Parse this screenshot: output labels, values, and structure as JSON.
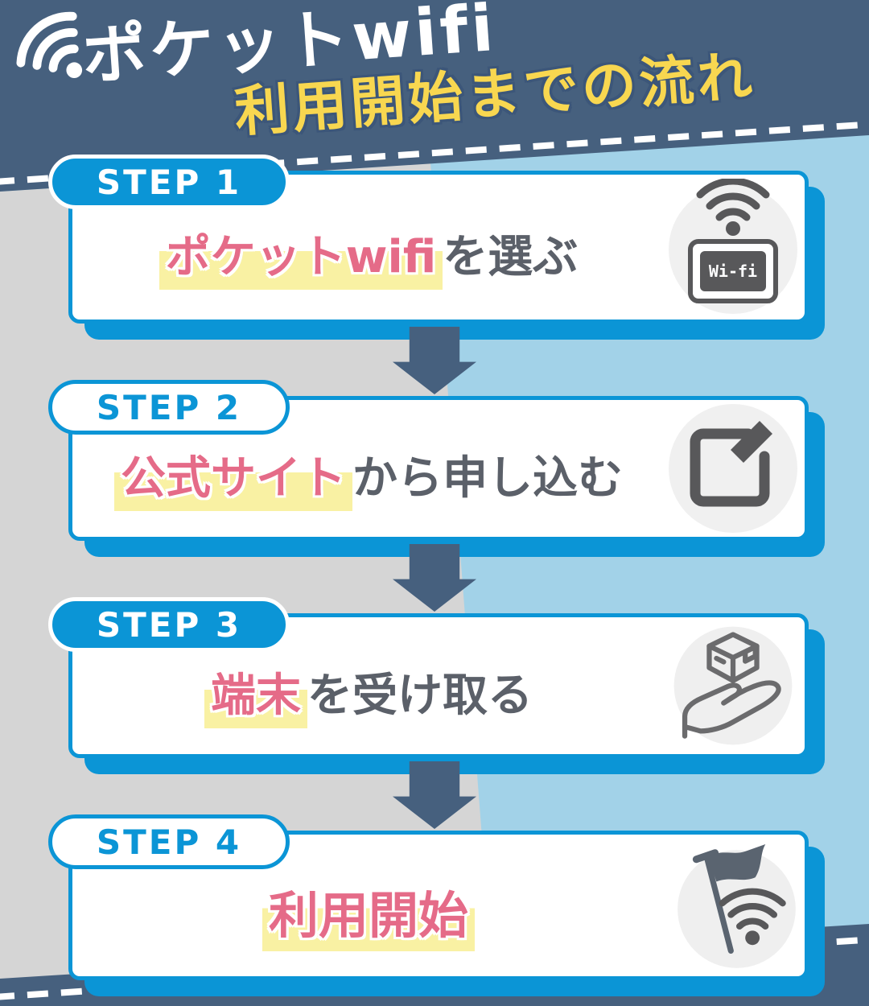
{
  "header": {
    "title_line1": "ポケットwifi",
    "title_line2": "利用開始までの流れ"
  },
  "steps": [
    {
      "badge": "STEP 1",
      "highlight": "ポケットwifi",
      "rest": "を選ぶ",
      "icon": "pocket-wifi-router-icon",
      "device_label": "Wi-fi"
    },
    {
      "badge": "STEP 2",
      "highlight": "公式サイト",
      "rest": "から申し込む",
      "icon": "application-form-icon"
    },
    {
      "badge": "STEP 3",
      "highlight": "端末",
      "rest": "を受け取る",
      "icon": "hand-receiving-box-icon"
    },
    {
      "badge": "STEP 4",
      "highlight": "利用開始",
      "rest": "",
      "icon": "start-flag-wifi-icon"
    }
  ],
  "colors": {
    "header_bg": "#46607e",
    "accent_blue": "#0b95d6",
    "bg_gray": "#d5d5d5",
    "bg_light_blue": "#a2d2e8",
    "pink": "#e56b88",
    "highlight_yellow": "#f9f1a3",
    "title_yellow": "#f8d750",
    "text_gray": "#5b6069",
    "icon_gray": "#58585a"
  }
}
